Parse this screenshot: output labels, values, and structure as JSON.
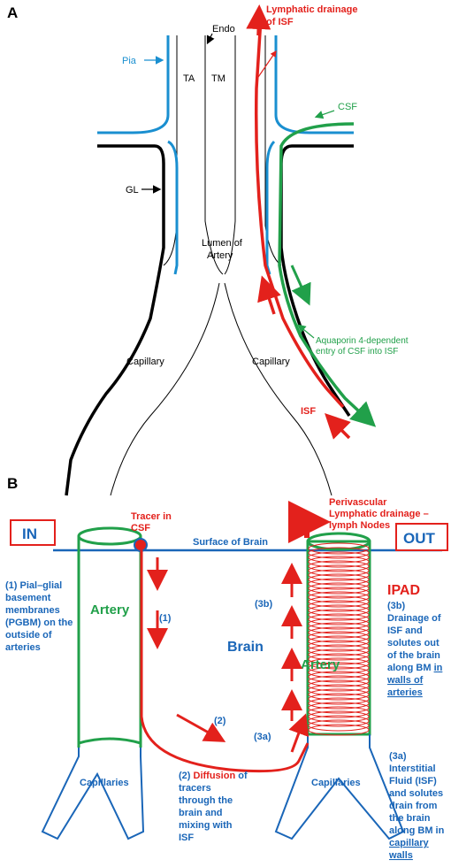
{
  "panel_a": {
    "letter": "A",
    "labels": {
      "endo": "Endo",
      "pia": "Pia",
      "ta": "TA",
      "tm": "TM",
      "gl": "GL",
      "lumen_line1": "Lumen of",
      "lumen_line2": "Artery",
      "capillary_left": "Capillary",
      "capillary_right": "Capillary",
      "lymph_line1": "Lymphatic drainage",
      "lymph_line2": "of ISF",
      "csf": "CSF",
      "aqp_line1": "Aquaporin 4-dependent",
      "aqp_line2": "entry of CSF into ISF",
      "isf": "ISF"
    },
    "colors": {
      "pia": "#1a8fd0",
      "isf": "#e3211c",
      "csf": "#21a04a",
      "outline": "#000000"
    }
  },
  "panel_b": {
    "letter": "B",
    "in_label": "IN",
    "out_label": "OUT",
    "tracer_line1": "Tracer in",
    "tracer_line2": "CSF",
    "surface": "Surface of Brain",
    "perivascular_line1": "Perivascular",
    "perivascular_line2": "Lymphatic drainage –",
    "perivascular_line3": "lymph Nodes",
    "artery_left": "Artery",
    "artery_right": "Artery",
    "brain": "Brain",
    "ipad": "IPAD",
    "step1": "(1)",
    "step2": "(2)",
    "step3a": "(3a)",
    "step3b": "(3b)",
    "capillaries_left": "Capillaries",
    "capillaries_right": "Capillaries",
    "note1": [
      "(1) Pial–glial",
      "basement",
      "membranes",
      "(PGBM) on the",
      "outside of",
      "arteries"
    ],
    "note2_prefix": "(2) ",
    "note2_red": "Diffusion",
    "note2_suffix": " of",
    "note2_rest": [
      "tracers",
      "through the",
      "brain and",
      "mixing with",
      "ISF"
    ],
    "note3b": [
      "(3b)",
      "Drainage of",
      "ISF and",
      "solutes out",
      "of the brain",
      "along BM",
      "in",
      "walls of",
      "arteries"
    ],
    "note3a": [
      "(3a)",
      "Interstitial",
      "Fluid (ISF)",
      "and solutes",
      "drain from",
      "the brain",
      "along BM in",
      "capillary",
      "walls"
    ],
    "colors": {
      "artery": "#21a04a",
      "surface": "#1a66b8",
      "red": "#e3211c",
      "blue_text": "#1a66b8"
    }
  }
}
